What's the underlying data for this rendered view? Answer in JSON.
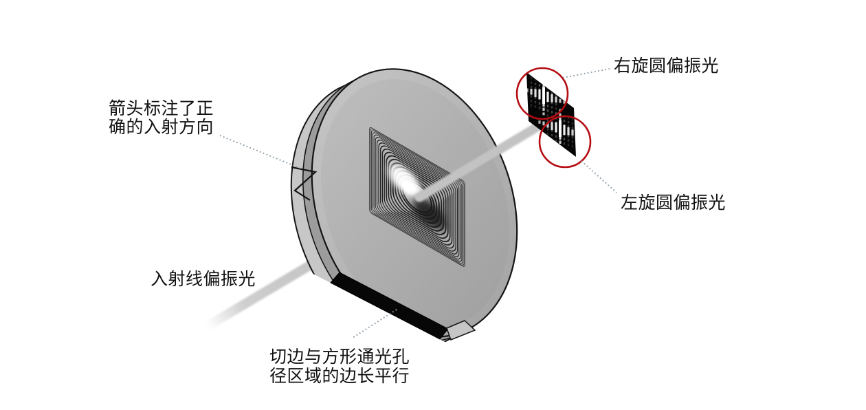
{
  "labels": {
    "incident_direction_line1": "箭头标注了正",
    "incident_direction_line2": "确的入射方向",
    "incident_light": "入射线偏振光",
    "cut_edge_line1": "切边与方形通光孔",
    "cut_edge_line2": "径区域的边长平行",
    "rcp": "右旋圆偏振光",
    "lcp": "左旋圆偏振光"
  },
  "colors": {
    "annotation_red": "#b50d12",
    "leader_dotted": "#8f9ea9",
    "disc_face": "#b2b2b2",
    "disc_rim_dark": "#9c9c9c",
    "disc_rim_light": "#c7c7c7",
    "cut_edge_black": "#070707",
    "screen_black": "#050505",
    "beam_gray": "#c3c3c3",
    "outline": "#141414",
    "text": "#111111",
    "background": "#ffffff"
  }
}
